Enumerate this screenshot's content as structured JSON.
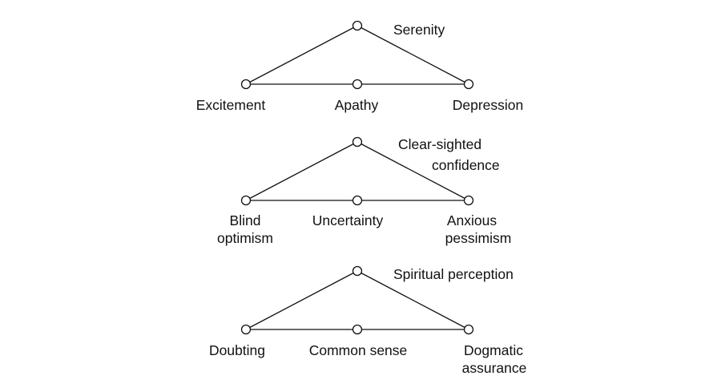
{
  "triangles": [
    {
      "apex": {
        "lines": [
          "Serenity"
        ]
      },
      "left": {
        "lines": [
          "Excitement"
        ]
      },
      "middle": {
        "lines": [
          "Apathy"
        ]
      },
      "right": {
        "lines": [
          "Depression"
        ]
      }
    },
    {
      "apex": {
        "lines": [
          "Clear-sighted",
          "confidence"
        ]
      },
      "left": {
        "lines": [
          "Blind",
          "optimism"
        ]
      },
      "middle": {
        "lines": [
          "Uncertainty"
        ]
      },
      "right": {
        "lines": [
          "Anxious",
          "pessimism"
        ]
      }
    },
    {
      "apex": {
        "lines": [
          "Spiritual perception"
        ]
      },
      "left": {
        "lines": [
          "Doubting"
        ]
      },
      "middle": {
        "lines": [
          "Common sense"
        ]
      },
      "right": {
        "lines": [
          "Dogmatic",
          "assurance"
        ]
      }
    }
  ]
}
